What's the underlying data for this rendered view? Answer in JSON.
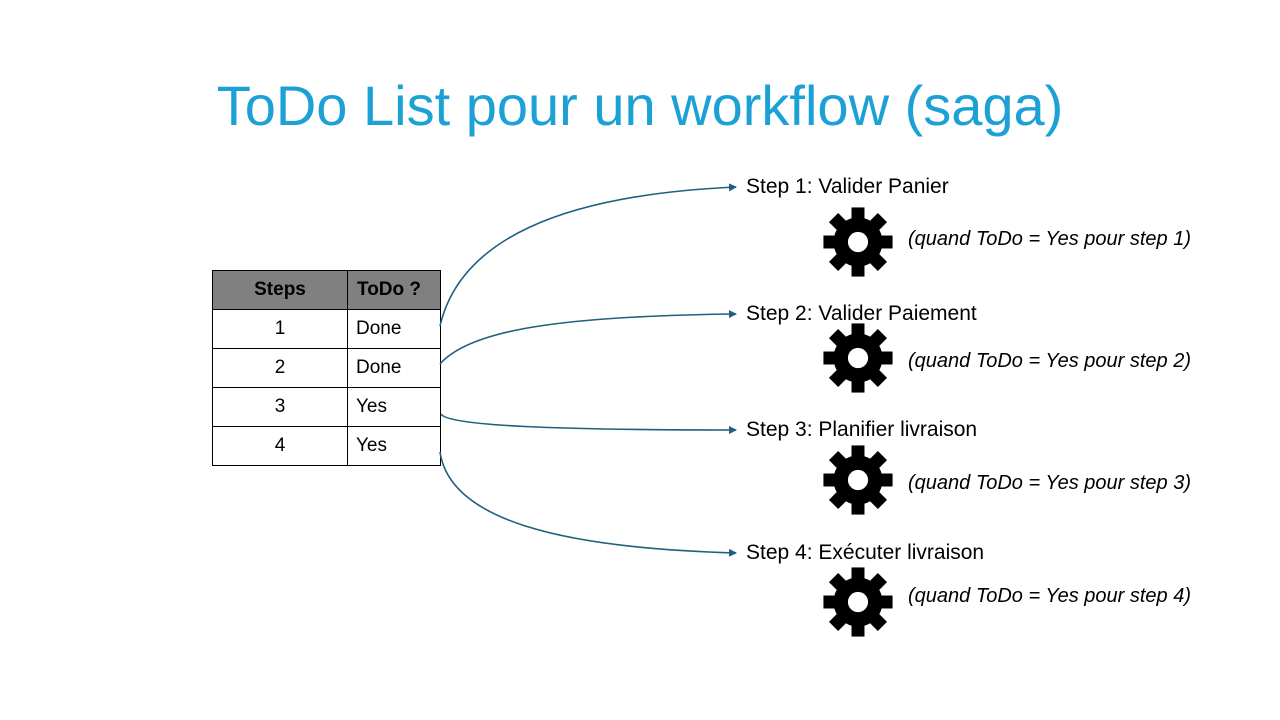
{
  "title": "ToDo List pour un workflow (saga)",
  "table": {
    "headers": [
      "Steps",
      "ToDo ?"
    ],
    "rows": [
      [
        "1",
        "Done"
      ],
      [
        "2",
        "Done"
      ],
      [
        "3",
        "Yes"
      ],
      [
        "4",
        "Yes"
      ]
    ]
  },
  "steps": [
    {
      "label": "Step 1: Valider Panier",
      "condition": "(quand ToDo = Yes pour step 1)",
      "icon": "gear-icon"
    },
    {
      "label": "Step 2: Valider Paiement",
      "condition": "(quand ToDo = Yes pour step 2)",
      "icon": "gear-icon"
    },
    {
      "label": "Step 3: Planifier livraison",
      "condition": "(quand ToDo = Yes pour step 3)",
      "icon": "gear-icon"
    },
    {
      "label": "Step 4: Exécuter livraison",
      "condition": "(quand ToDo = Yes pour step 4)",
      "icon": "gear-icon"
    }
  ],
  "colors": {
    "title": "#1ba1d6",
    "arrow": "#1f5f7f",
    "header_fill": "#808080"
  }
}
